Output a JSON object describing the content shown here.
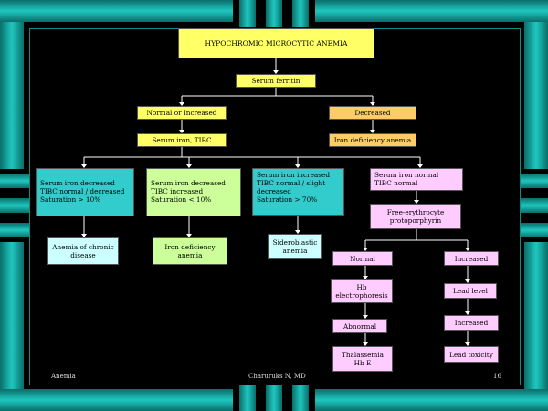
{
  "diagram": {
    "title": "HYPOCHROMIC MICROCYTIC ANEMIA",
    "serum_ferritin": "Serum ferritin",
    "normal_increased": "Normal or Increased",
    "decreased": "Decreased",
    "serum_iron_tibc": "Serum iron, TIBC",
    "iron_def_anemia_top": "Iron deficiency anemia",
    "branch1": "Serum iron decreased\nTIBC normal / decreased\nSaturation > 10%",
    "branch2": "Serum iron decreased\nTIBC increased\nSaturation < 10%",
    "branch3": "Serum iron increased\nTIBC normal / slight\n  decreased\nSaturation > 70%",
    "branch4": "Serum iron normal\nTIBC normal",
    "result1": "Anemia of chronic disease",
    "result2": "Iron deficiency anemia",
    "result3": "Sideroblastic anemia",
    "fep": "Free-erythrocyte protoporphyrin",
    "fep_normal": "Normal",
    "fep_increased": "Increased",
    "hb_electro": "Hb electrophoresis",
    "abnormal": "Abnormal",
    "thalassemia": "Thalassemia\nHb E",
    "lead_level": "Lead level",
    "lead_increased": "Increased",
    "lead_toxicity": "Lead toxicity"
  },
  "footer": {
    "left": "Anemia",
    "center": "Charuruks N, MD",
    "right": "16"
  },
  "colors": {
    "frame_teal": "#1fc7bf",
    "yellow": "#ffff66",
    "orange": "#ffcc66",
    "cyan": "#33cccc",
    "green": "#ccff99",
    "pink": "#ffccff"
  }
}
